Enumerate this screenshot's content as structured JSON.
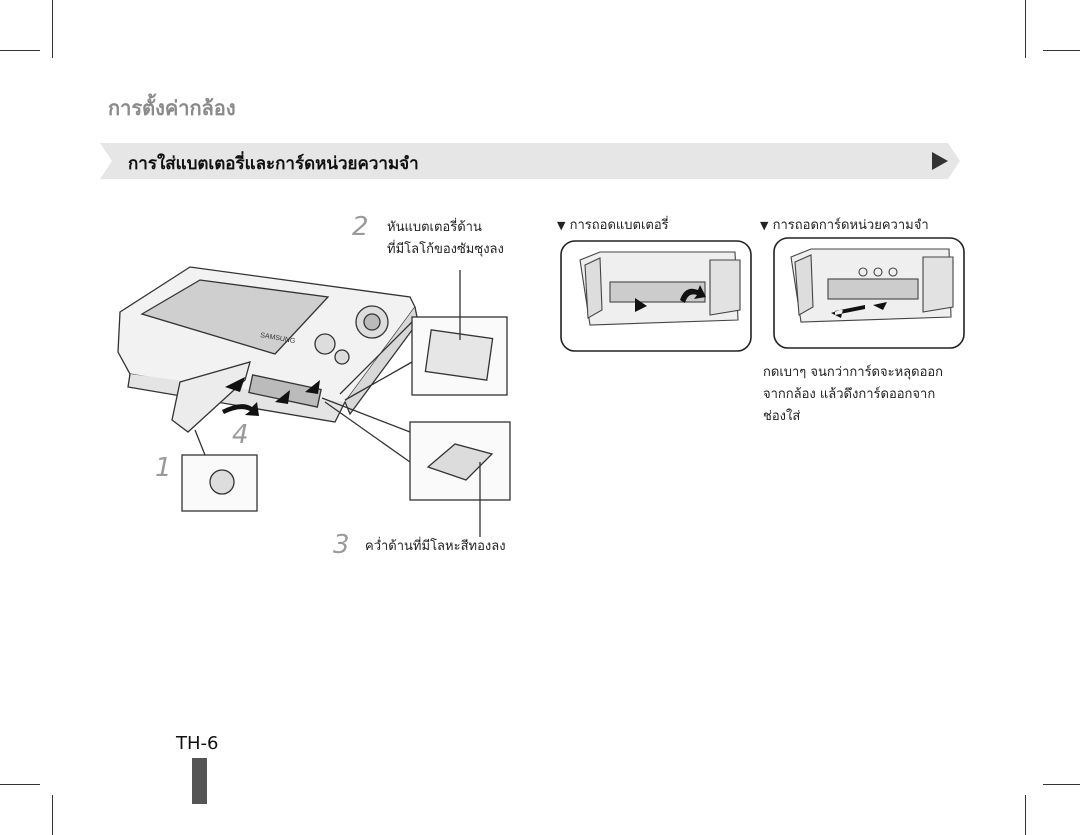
{
  "chapter_title": "การตั้งค่ากล้อง",
  "section_title": "การใส่แบตเตอรี่และการ์ดหน่วยความจำ",
  "camera_brand": "SAMSUNG",
  "steps": {
    "s1": {
      "num": "1"
    },
    "s2": {
      "num": "2",
      "lines": [
        "หันแบตเตอรี่ด้าน",
        "ที่มีโลโก้ของซัมซุงลง"
      ]
    },
    "s3": {
      "num": "3",
      "lines": [
        "คว่ำด้านที่มีโลหะสีทองลง"
      ]
    },
    "s4": {
      "num": "4"
    }
  },
  "remove_battery": {
    "marker": "▼",
    "title": "การถอดแบตเตอรี่"
  },
  "remove_card": {
    "marker": "▼",
    "title": "การถอดการ์ดหน่วยความจำ",
    "lines": [
      "กดเบาๆ จนกว่าการ์ดจะหลุดออก",
      "จากกล้อง แล้วดึงการ์ดออกจาก",
      "ช่องใส่"
    ]
  },
  "page_number": "TH-6",
  "colors": {
    "banner": "#e6e6e6",
    "chapter": "#8a8a8a",
    "step_number": "#9a9a9a"
  }
}
